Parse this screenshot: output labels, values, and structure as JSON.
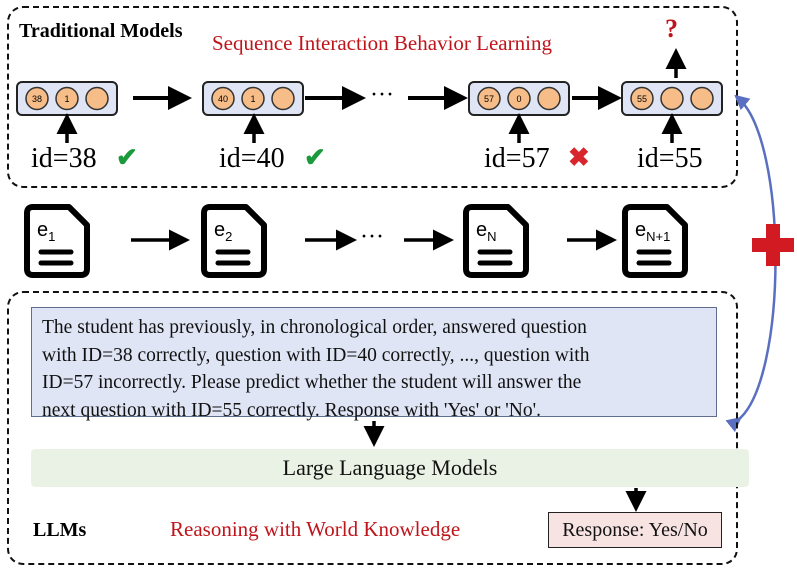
{
  "traditional": {
    "title": "Traditional Models",
    "subtitle": "Sequence Interaction Behavior Learning",
    "question_mark": "?",
    "boxes": [
      {
        "chips": [
          "38",
          "1",
          ""
        ]
      },
      {
        "chips": [
          "40",
          "1",
          ""
        ]
      },
      {
        "chips": [
          "57",
          "0",
          ""
        ]
      },
      {
        "chips": [
          "55",
          "",
          ""
        ]
      }
    ],
    "ellipsis": "···",
    "ids": [
      "id=38",
      "id=40",
      "id=57",
      "id=55"
    ],
    "outcomes": [
      "correct",
      "correct",
      "incorrect"
    ],
    "marks": {
      "check": "✔",
      "cross": "✖"
    }
  },
  "exercises": {
    "letter": "e",
    "subs": [
      "1",
      "2",
      "N",
      "N+1"
    ],
    "ellipsis": "···"
  },
  "llm": {
    "title": "LLMs",
    "subtitle": "Reasoning with World Knowledge",
    "prompt_lines": [
      "The student has previously, in chronological order, answered question",
      "with ID=38 correctly, question with ID=40 correctly, ..., question with",
      "ID=57 incorrectly. Please predict whether the student will answer the",
      "next question with ID=55 correctly. Response with 'Yes' or 'No'."
    ],
    "model_label": "Large Language Models",
    "response": "Response: Yes/No"
  },
  "colors": {
    "chip_fill": "#f7bd88",
    "box_fill": "#dfe5f5",
    "red": "#c0141b",
    "green": "#1a9a3a",
    "connector": "#5a6fc0",
    "plus": "#d11a22"
  }
}
